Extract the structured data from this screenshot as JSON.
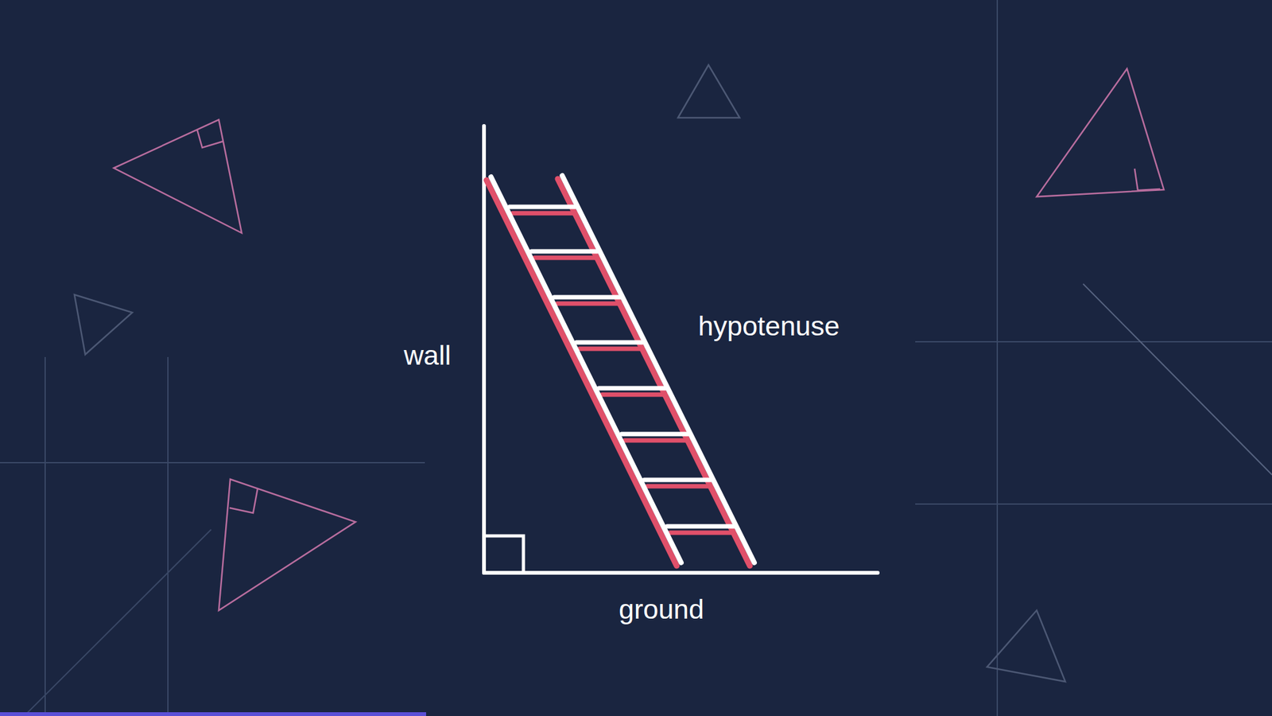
{
  "diagram": {
    "labels": [
      "wall",
      "hypotenuse",
      "ground"
    ]
  }
}
